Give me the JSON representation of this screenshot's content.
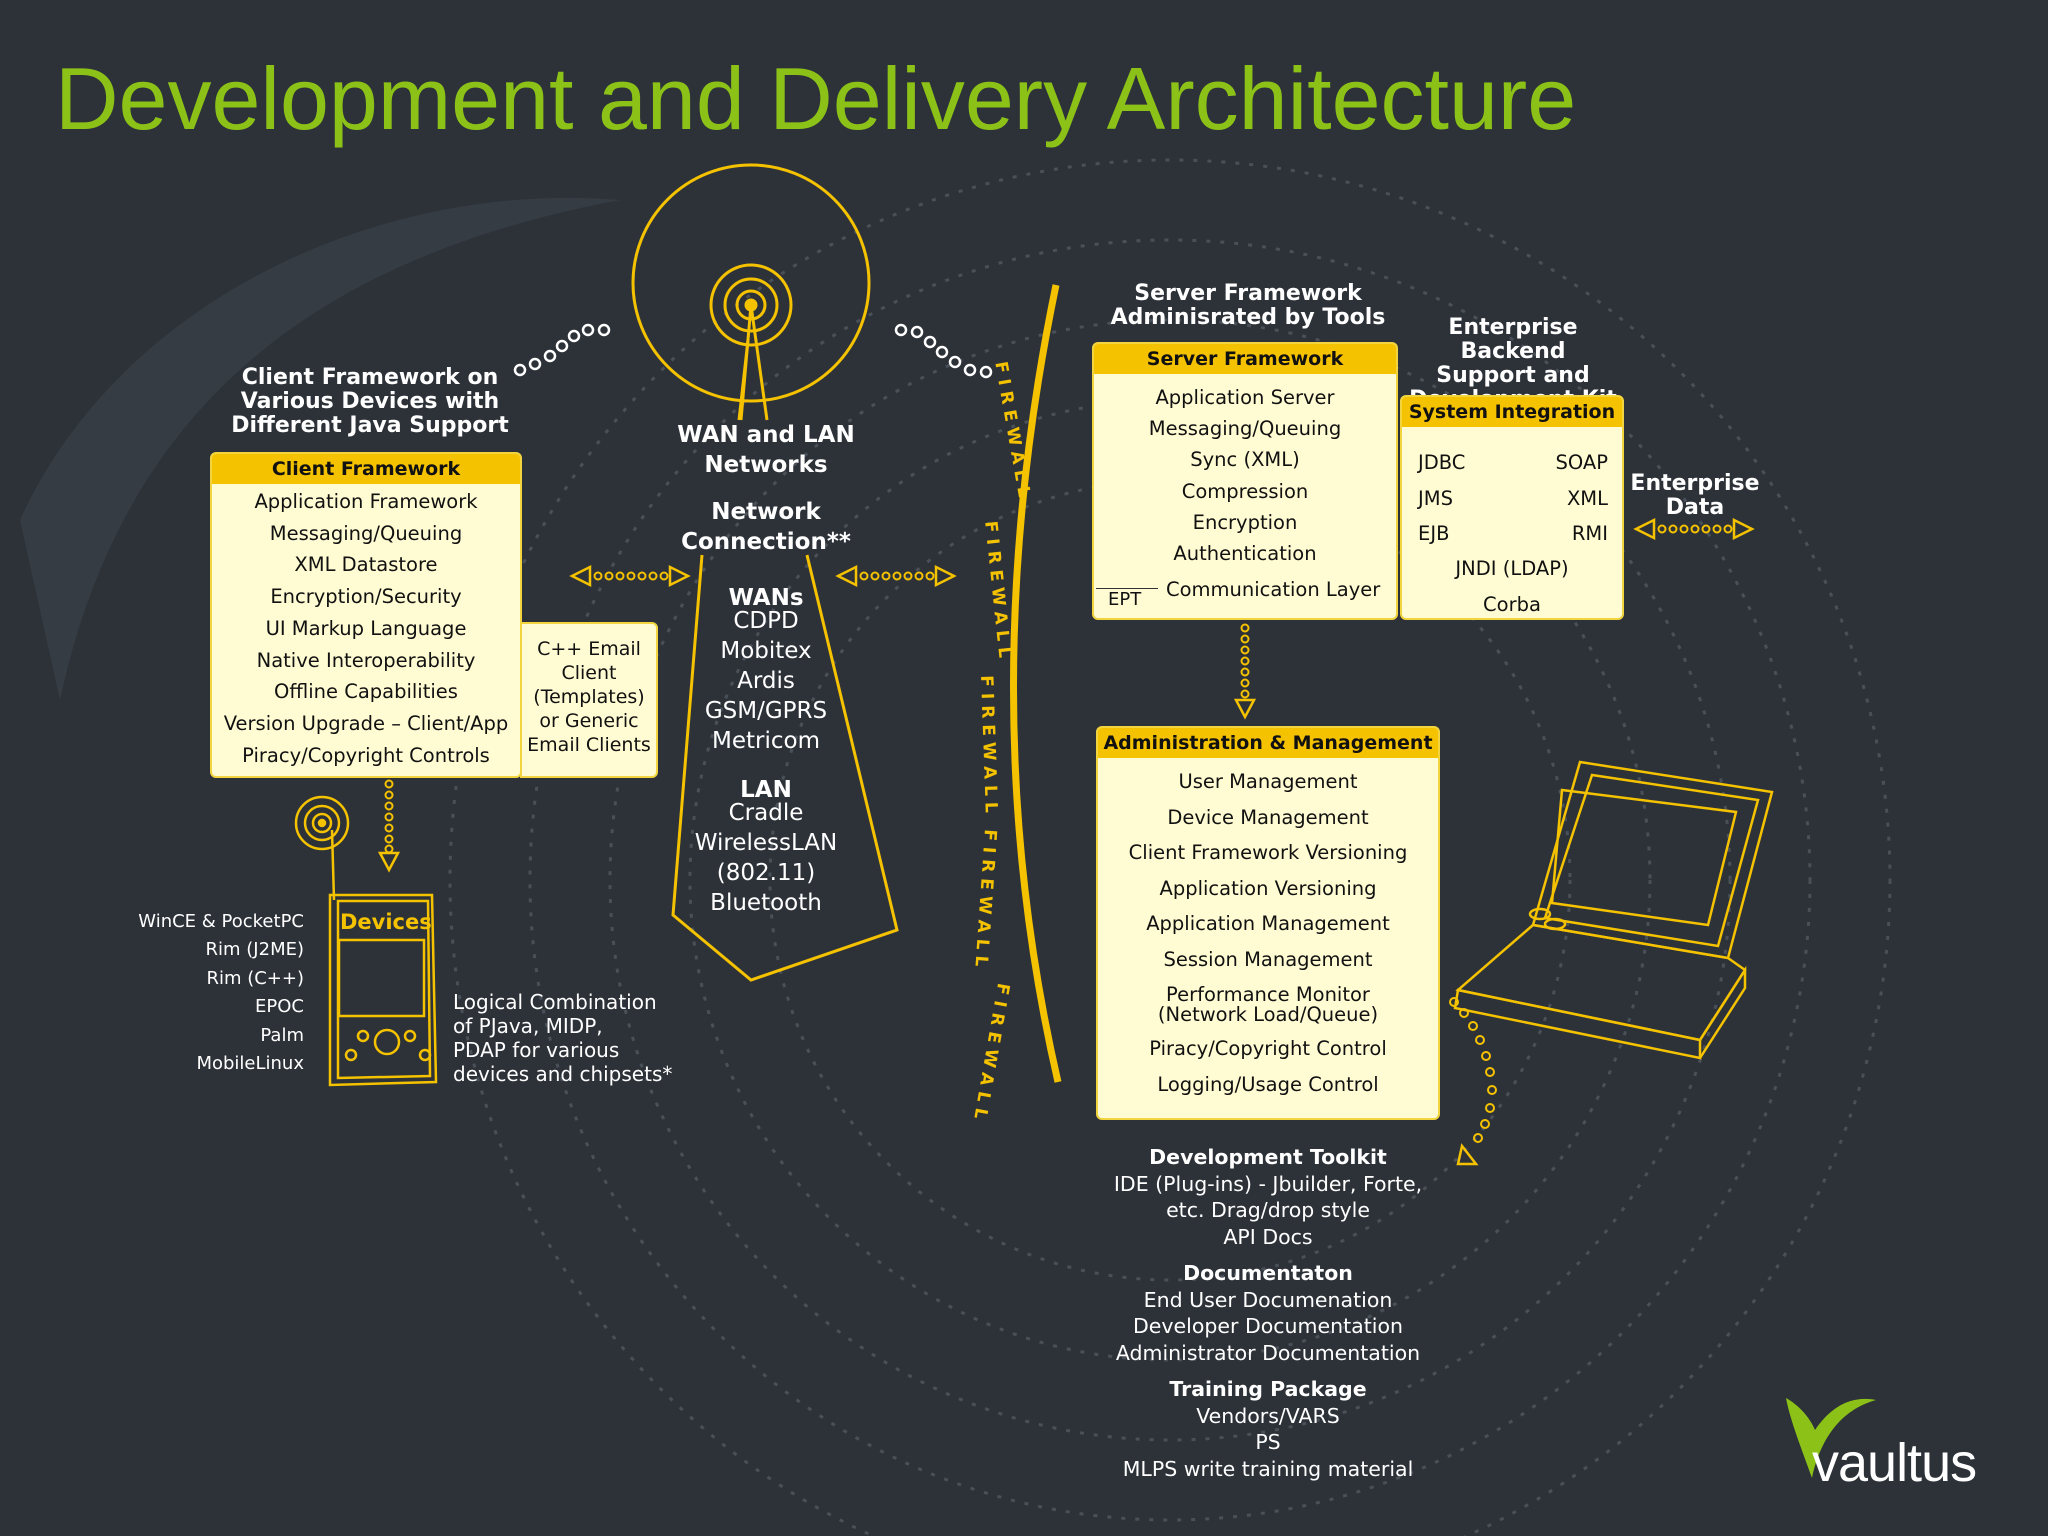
{
  "title": "Development and Delivery Architecture",
  "client": {
    "caption": [
      "Client Framework on",
      "Various Devices with",
      "Different Java Support"
    ],
    "header": "Client Framework",
    "items": [
      "Application Framework",
      "Messaging/Queuing",
      "XML Datastore",
      "Encryption/Security",
      "UI Markup Language",
      "Native Interoperability",
      "Offline Capabilities",
      "Version Upgrade – Client/App",
      "Piracy/Copyright Controls"
    ],
    "email_box": [
      "C++ Email",
      "Client",
      "(Templates)",
      "or Generic",
      "Email Clients"
    ]
  },
  "devices": {
    "label": "Devices",
    "list": [
      "WinCE & PocketPC",
      "Rim (J2ME)",
      "Rim (C++)",
      "EPOC",
      "Palm",
      "MobileLinux"
    ],
    "note": [
      "Logical Combination",
      "of PJava, MIDP,",
      "PDAP for various",
      "devices and chipsets*"
    ]
  },
  "network": {
    "caption": [
      "WAN and LAN",
      "Networks"
    ],
    "connection": [
      "Network",
      "Connection**"
    ],
    "wans_title": "WANs",
    "wans": [
      "CDPD",
      "Mobitex",
      "Ardis",
      "GSM/GPRS",
      "Metricom"
    ],
    "lan_title": "LAN",
    "lan": [
      "Cradle",
      "WirelessLAN",
      "(802.11)",
      "Bluetooth"
    ]
  },
  "firewall": [
    "FIREWALL",
    "FIREWALL",
    "FIREWALL",
    "FIREWALL",
    "FIREWALL"
  ],
  "server": {
    "caption": [
      "Server Framework",
      "Adminisrated by Tools"
    ],
    "header": "Server Framework",
    "items": [
      "Application Server",
      "Messaging/Queuing",
      "Sync (XML)",
      "Compression",
      "Encryption",
      "Authentication"
    ],
    "ept": "EPT",
    "comm_layer": "Communication Layer"
  },
  "enterprise": {
    "caption": [
      "Enterprise Backend",
      "Support and",
      "Development Kit"
    ],
    "header": "System Integration",
    "rows": [
      [
        "JDBC",
        "SOAP"
      ],
      [
        "JMS",
        "XML"
      ],
      [
        "EJB",
        "RMI"
      ]
    ],
    "jndi": "JNDI (LDAP)",
    "corba": "Corba",
    "data_label": [
      "Enterprise",
      "Data"
    ]
  },
  "admin": {
    "header": "Administration & Management",
    "items": [
      "User Management",
      "Device Management",
      "Client Framework Versioning",
      "Application Versioning",
      "Application Management",
      "Session Management",
      "Performance Monitor",
      "(Network Load/Queue)",
      "Piracy/Copyright Control",
      "Logging/Usage Control"
    ]
  },
  "toolkit": {
    "dev_title": "Development Toolkit",
    "dev_lines": [
      "IDE (Plug-ins) - Jbuilder, Forte,",
      "etc. Drag/drop style",
      "API Docs"
    ],
    "doc_title": "Documentaton",
    "doc_lines": [
      "End User Documenation",
      "Developer Documentation",
      "Administrator Documentation"
    ],
    "train_title": "Training Package",
    "train_lines": [
      "Vendors/VARS",
      "PS",
      "MLPS write training material"
    ]
  },
  "logo": "vaultus",
  "colors": {
    "background": "#2d3239",
    "title": "#8cc218",
    "accent": "#f5c200",
    "box": "#fffbd2"
  }
}
